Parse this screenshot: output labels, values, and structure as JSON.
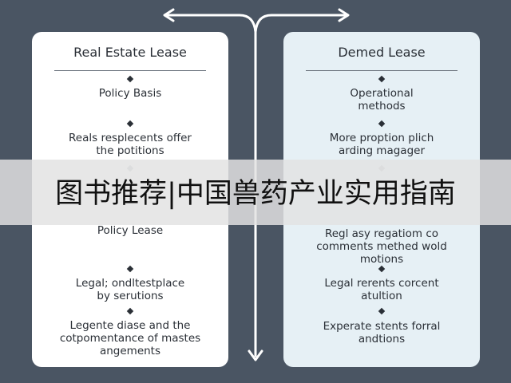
{
  "left": {
    "title": "Real Estate Lease",
    "items": [
      {
        "text": "Policy Basis"
      },
      {
        "text": "Reals resplecents offer\nthe potitions"
      },
      {
        "text": "Policy Lease"
      },
      {
        "text": "Legal; ondltestplace\nby serutions"
      },
      {
        "text": "Legente diase and the\ncotpomentance of mastes\nangements"
      }
    ]
  },
  "right": {
    "title": "Demed Lease",
    "items": [
      {
        "text": "Operational\nmethods"
      },
      {
        "text": "More proption plich\narding magager"
      },
      {
        "text": "Regl asy regatiom co\ncomments methed wold\nmotions"
      },
      {
        "text": "Legal rerents corcent\natultion"
      },
      {
        "text": "Experate stents forral\nandtions"
      }
    ]
  },
  "banner": {
    "text": "图书推荐|中国兽药产业实用指南"
  },
  "colors": {
    "background": "#4a5563",
    "left_panel": "#ffffff",
    "right_panel": "#e6f0f5",
    "text": "#2a2f36",
    "arrows": "#ffffff"
  }
}
